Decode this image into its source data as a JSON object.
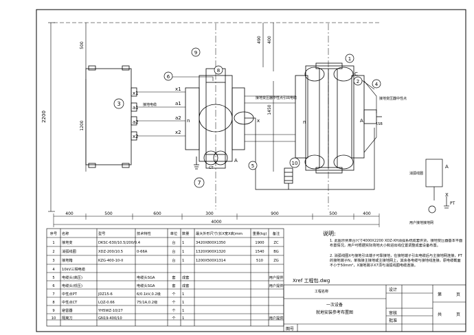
{
  "drawing": {
    "dims": {
      "total_height": "2200",
      "left_top": "500",
      "left_mid": "1200",
      "right_top": "400",
      "right_mid": "490",
      "right_low": "1450",
      "seg_400a": "400",
      "seg_500": "500",
      "seg_600": "600",
      "seg_300": "300",
      "seg_900": "900",
      "seg_500b": "500",
      "seg_400b": "400",
      "total_width": "4000"
    },
    "balloons": [
      "1",
      "2",
      "3",
      "4",
      "5",
      "6",
      "7",
      "8",
      "9",
      "10"
    ],
    "terminals": {
      "x1": "x1",
      "a1": "a1",
      "x2": "x2",
      "a2": "a2",
      "xx1": "x1",
      "aa1": "a1",
      "xx2": "x2",
      "aa2": "a2",
      "c": "C",
      "a_right": "A",
      "a_mid": "A",
      "a_box": "A",
      "x_box": "X",
      "n_left": "n",
      "n_right": "n",
      "x_small": "x",
      "pt_label": "PT",
      "ct_label": "CT"
    },
    "notes_small": {
      "left_cable": "接地电缆",
      "right_cable": "接地变压器中性点引出电缆",
      "right_cable2": "接地变压器中性点",
      "ground_box": "消弧线圈",
      "user_ground": "用户接地接地网"
    },
    "cable_label": "1SB"
  },
  "table": {
    "headers": [
      "序号",
      "名称",
      "型号",
      "技术特性",
      "单位",
      "数量",
      "最大外形尺寸(长X宽X高)mm",
      "重量(kg)",
      "备注"
    ],
    "rows": [
      [
        "1",
        "接地变",
        "DKSC-630/10.5/200/0.4",
        "",
        "台",
        "1",
        "3420X800X1350",
        "1900",
        "ZC"
      ],
      [
        "2",
        "消弧线圈",
        "XDZ-200/10.5",
        "0-66A",
        "台",
        "1",
        "1320X900X1320",
        "1540",
        "BG"
      ],
      [
        "3",
        "接地箱",
        "KZG-400-10-II",
        "",
        "台",
        "1",
        "1200X500X1314",
        "510",
        "ZG"
      ],
      [
        "4",
        "10kV三相电缆",
        "",
        "",
        "",
        "",
        "",
        "",
        ""
      ],
      [
        "5",
        "电缆头(高压)",
        "",
        "电缆头SGA",
        "套",
        "成套",
        "",
        "",
        "用户提供"
      ],
      [
        "6",
        "电缆头(低压)",
        "",
        "电缆头SGA",
        "套",
        "成套",
        "",
        "",
        "用户提供"
      ],
      [
        "7",
        "中性点PT",
        "JDZ15-6",
        "6/0.1kV,0.2级",
        "个",
        "1",
        "",
        "",
        ""
      ],
      [
        "8",
        "中性点CT",
        "LQZ-0.66",
        "75/1A,0.2级",
        "个",
        "1",
        "",
        "",
        ""
      ],
      [
        "9",
        "避雷器",
        "YH5WZ-10/27",
        "",
        "个",
        "1",
        "",
        "",
        ""
      ],
      [
        "10",
        "隔离刀",
        "GN19-400/10",
        "",
        "个",
        "1",
        "",
        "",
        "用户提供"
      ]
    ]
  },
  "notes": {
    "title": "说明:",
    "items": [
      "1.  此图示例单台尺寸4000X2200 XDZ-XH消弧系统成套供货，接地变压器基本平面布置情况，用户可根据实际场地大小和进出线位置调整成套设备布置。",
      "2.  消弧线圈X与接地引出端子可靠接地，在接地端子引出电缆后与主接地网连接，PT的接地端子N，单独接主接地或主接地网上，其余各电缆与接地线连接，原电缆截面不小于50mm²，X接地端子X7须与消弧线圈电缆连接。"
    ]
  },
  "xref": "Xref  工程包.dwg",
  "title_block": {
    "project_label": "工程名称",
    "drawing_title_1": "一次设备",
    "drawing_title_2": "就地安装参考布置图",
    "design_label": "设计",
    "check_label": "审核",
    "approve_label": "批准",
    "sheet_label": "第",
    "sheet_unit": "页",
    "total_label": "共",
    "total_unit": "页",
    "drawing_no_label": "图号"
  }
}
